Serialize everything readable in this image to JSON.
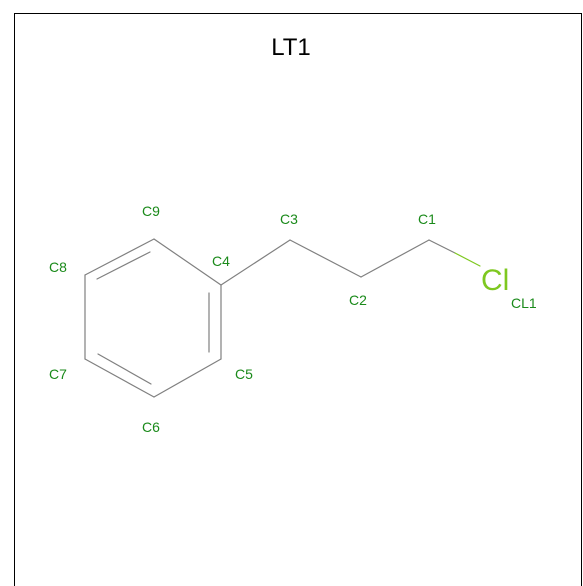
{
  "title": "LT1",
  "colors": {
    "bond": "#808080",
    "atom_label": "#1a8a1a",
    "chlorine": "#7ec820",
    "frame": "#000000"
  },
  "element_symbols": [
    {
      "id": "Cl",
      "text": "Cl"
    }
  ],
  "atom_labels": [
    {
      "id": "C1",
      "text": "C1"
    },
    {
      "id": "C2",
      "text": "C2"
    },
    {
      "id": "C3",
      "text": "C3"
    },
    {
      "id": "C4",
      "text": "C4"
    },
    {
      "id": "C5",
      "text": "C5"
    },
    {
      "id": "C6",
      "text": "C6"
    },
    {
      "id": "C7",
      "text": "C7"
    },
    {
      "id": "C8",
      "text": "C8"
    },
    {
      "id": "C9",
      "text": "C9"
    },
    {
      "id": "CL1",
      "text": "CL1"
    }
  ]
}
